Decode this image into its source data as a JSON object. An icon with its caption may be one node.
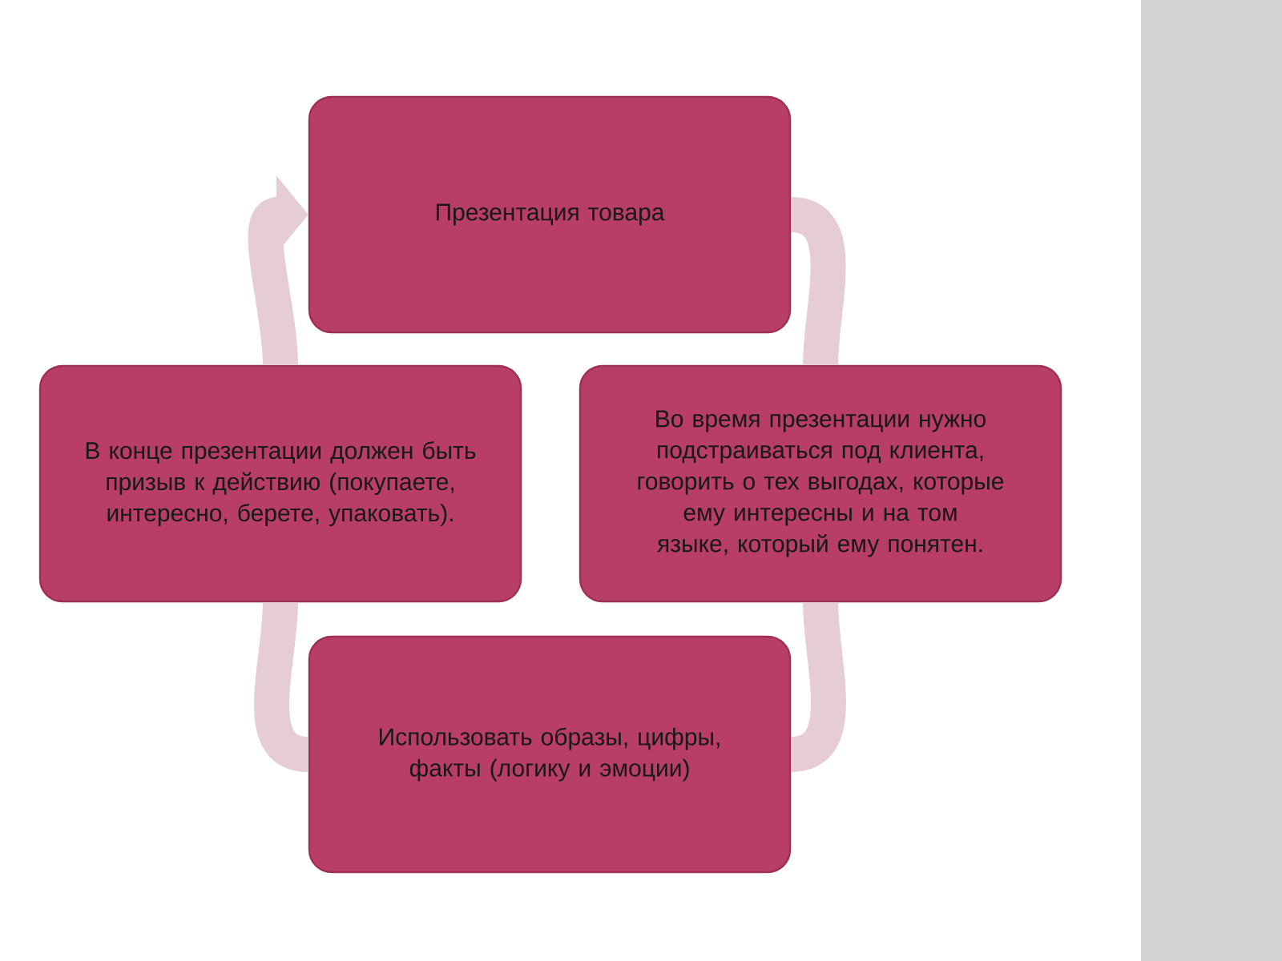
{
  "diagram": {
    "nodes": [
      {
        "text": [
          "Презентация товара"
        ]
      },
      {
        "text": [
          "В конце презентации должен быть призыв к действию (покупаете, интересно, берете, упаковать)."
        ]
      },
      {
        "text": [
          "Во время презентации нужно подстраиваться под клиента, говорить о тех выгодах, которые ему интересны и на том языке, который ему понятен."
        ]
      },
      {
        "text": [
          "Использовать образы, цифры, факты (логику и эмоции)"
        ]
      }
    ],
    "edges": [
      {
        "from": 0,
        "to": 2,
        "arrow": "none"
      },
      {
        "from": 2,
        "to": 3,
        "arrow": "none"
      },
      {
        "from": 3,
        "to": 1,
        "arrow": "none"
      },
      {
        "from": 1,
        "to": 0,
        "arrow": "to"
      }
    ]
  }
}
